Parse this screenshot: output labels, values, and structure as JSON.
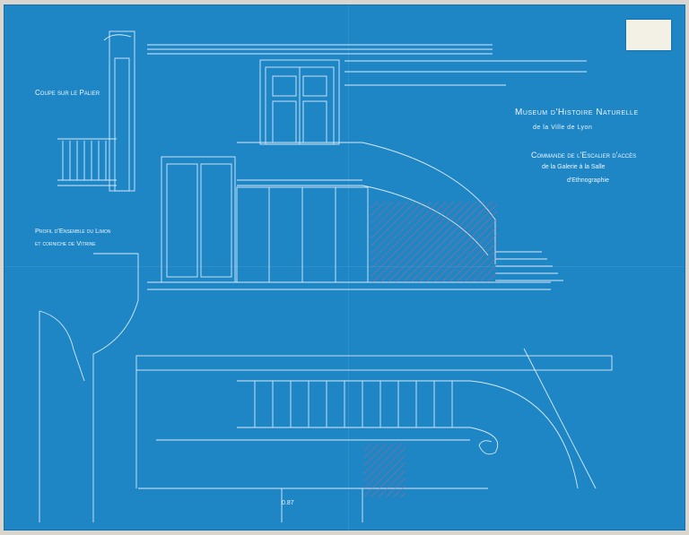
{
  "sheet": {
    "background": "#1f86c6",
    "line_color": "#eaf6ff",
    "hatch_color": "#e05a6a"
  },
  "title_block": {
    "line1": "Museum d'Histoire Naturelle",
    "line2": "de la Ville de Lyon",
    "line3": "Commande de l'Escalier d'accès",
    "line4": "de la Galerie à la Salle",
    "line5": "d'Ethnographie"
  },
  "labels": {
    "coupe": "Coupe sur le Palier",
    "profil_line1": "Profil d'Ensemble du Limon",
    "profil_line2": "et corniche de Vitrine",
    "scale_mark": "0.87"
  },
  "stamp": {
    "icon": "archive-stamp-icon"
  }
}
